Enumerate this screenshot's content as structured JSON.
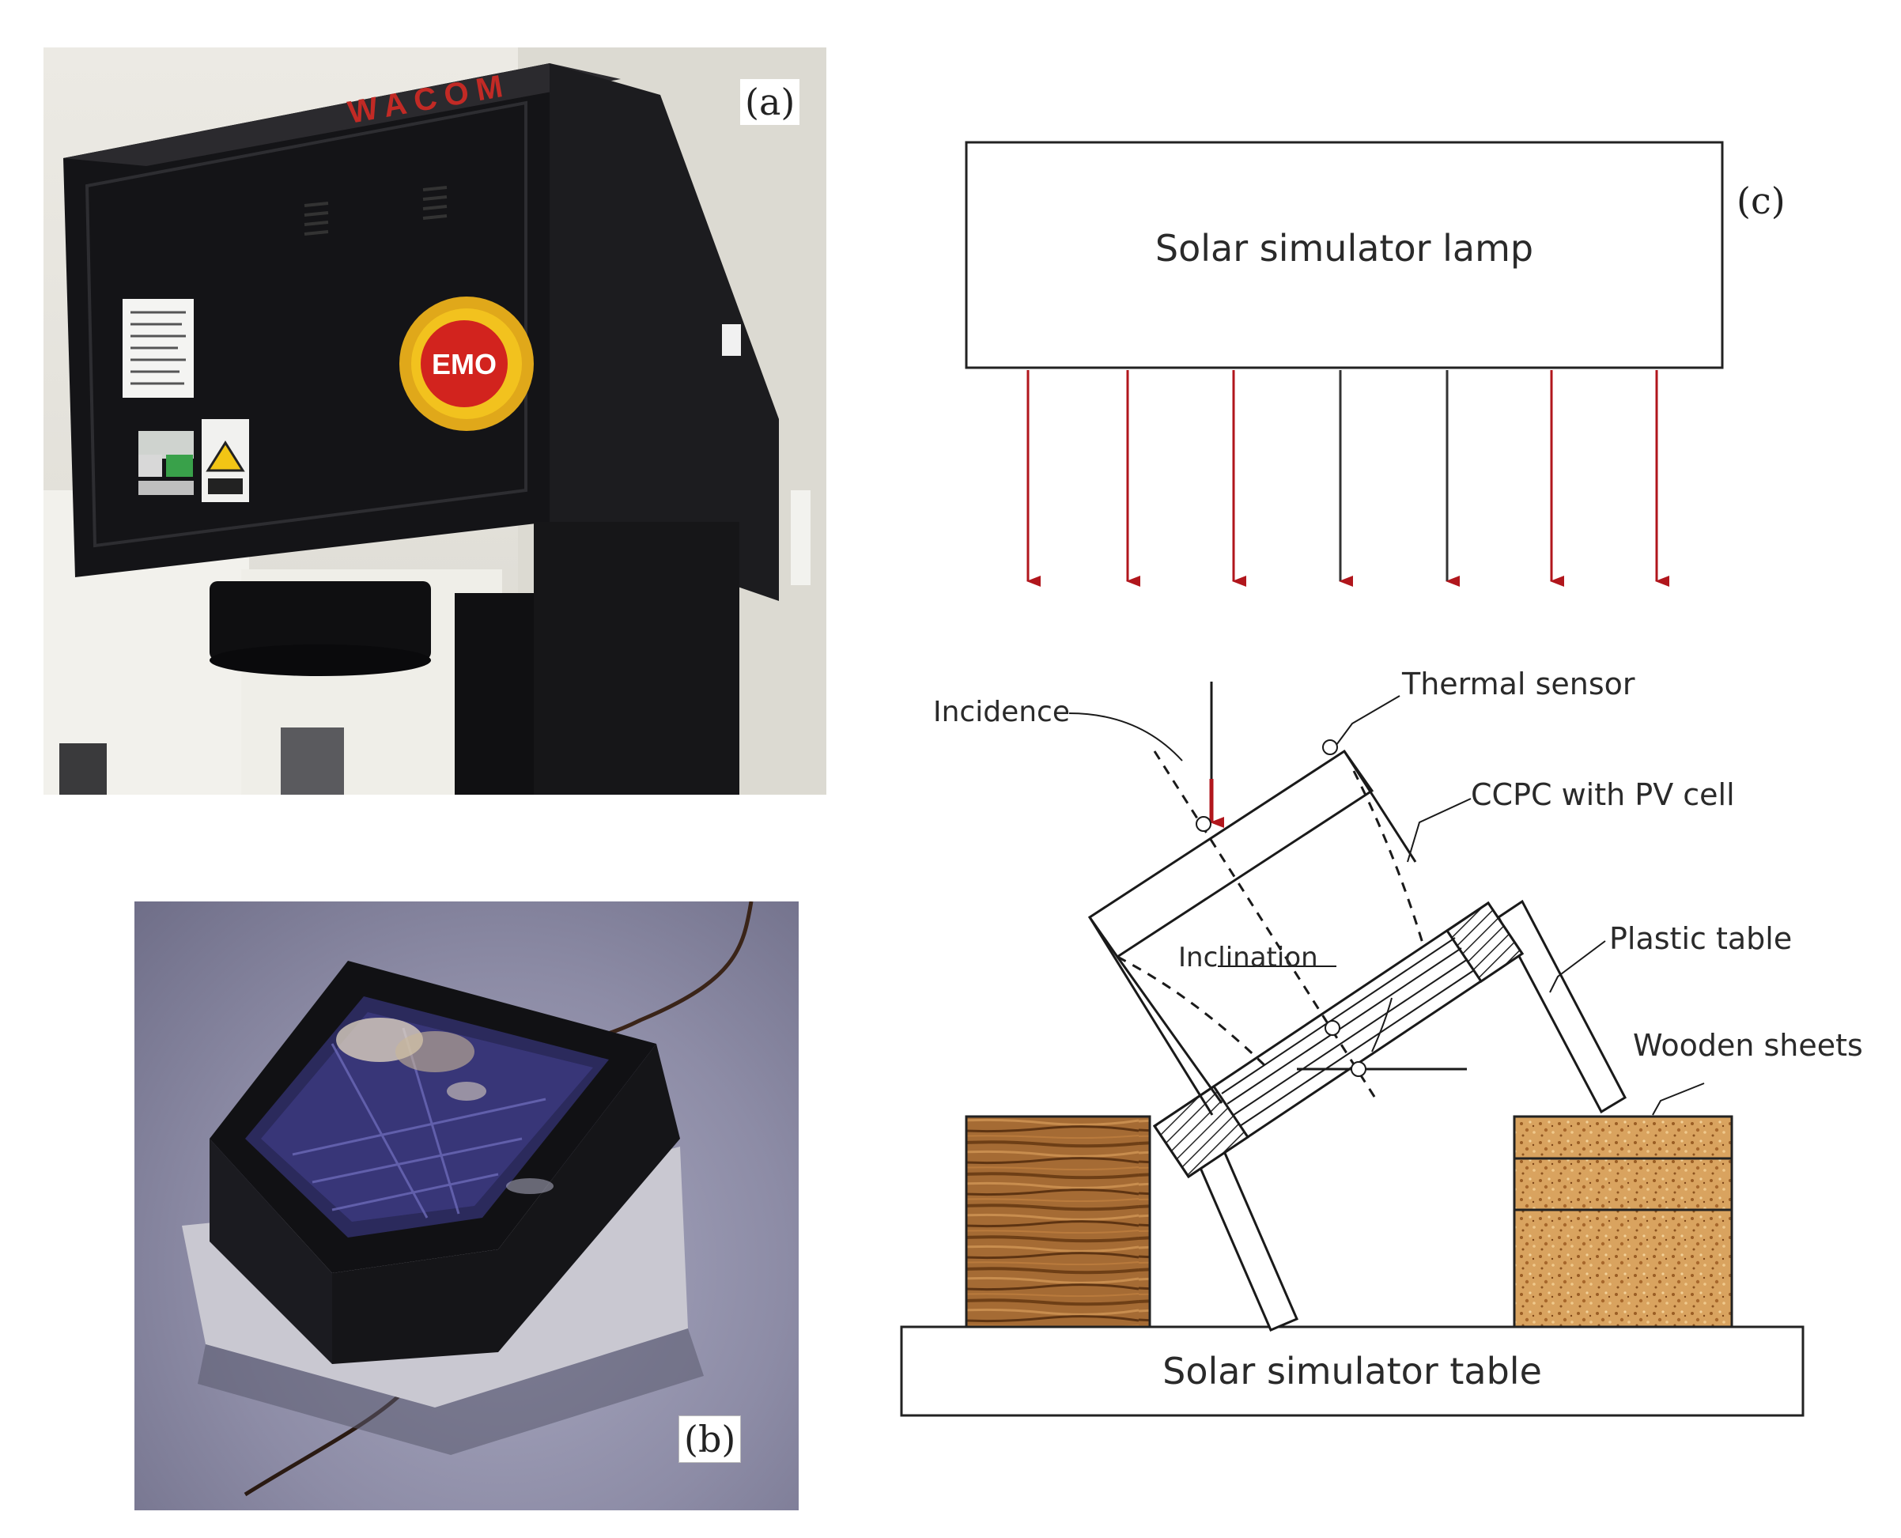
{
  "panels": {
    "a": {
      "label": "(a)",
      "brand": "WACOM",
      "emo_button": "EMO"
    },
    "b": {
      "label": "(b)"
    },
    "c": {
      "label": "(c)",
      "lamp": "Solar simulator lamp",
      "table": "Solar simulator table",
      "callouts": {
        "incidence": "Incidence",
        "thermal_sensor": "Thermal sensor",
        "ccpc": "CCPC with PV cell",
        "inclination": "Inclination",
        "plastic_table": "Plastic table",
        "wooden_sheets": "Wooden sheets"
      },
      "colors": {
        "arrow": "#b1161c",
        "line": "#1a1a1a",
        "wood_dark": "#7a4a1e",
        "wood_light": "#d7a35e"
      }
    }
  }
}
